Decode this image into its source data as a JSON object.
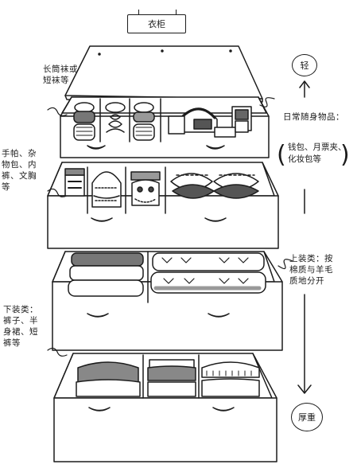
{
  "title": "衣柜",
  "scale": {
    "top": "轻",
    "bottom": "厚重"
  },
  "labels": {
    "socks": [
      "长筒袜或",
      "短袜等"
    ],
    "daily": "日常随身物品：",
    "daily_items": [
      "钱包、月票夹、",
      "化妆包等"
    ],
    "small": [
      "手帕、杂",
      "物包、内",
      "裤、文胸",
      "等"
    ],
    "tops": [
      "上装类：按",
      "棉质与羊毛",
      "质地分开"
    ],
    "bottoms": [
      "下装类：",
      "裤子、半",
      "身裙、短",
      "裤等"
    ]
  }
}
